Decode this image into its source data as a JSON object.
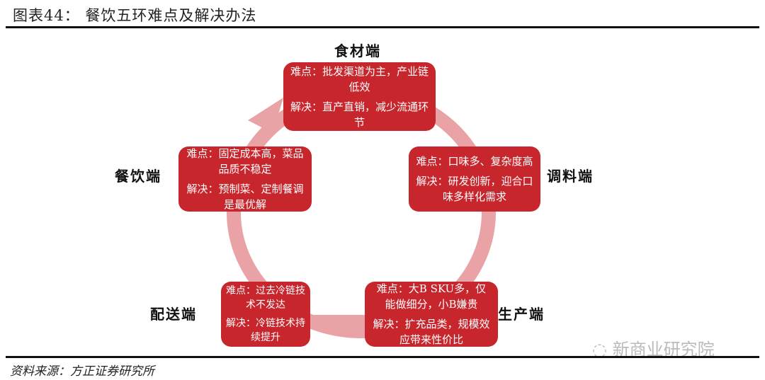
{
  "title": "图表44：  餐饮五环难点及解决办法",
  "colors": {
    "box": "#c8262d",
    "ring": "#e9a3a6"
  },
  "nodes": [
    {
      "name": "食材端",
      "difficulty": "难点：批发渠道为主，产业链低效",
      "solution": "解决：直产直销，减少流通环节"
    },
    {
      "name": "调料端",
      "difficulty": "难点：口味多、复杂度高",
      "solution": "解决：研发创新，迎合口味多样化需求"
    },
    {
      "name": "生产端",
      "difficulty": "难点：大B SKU多，仅能做细分，小B嫌贵",
      "solution": "解决：扩充品类，规模效应带来性价比"
    },
    {
      "name": "配送端",
      "difficulty": "难点：过去冷链技术不发达",
      "solution": "解决：冷链技术持续提升"
    },
    {
      "name": "餐饮端",
      "difficulty": "难点：固定成本高，菜品品质不稳定",
      "solution": "解决：预制菜、定制餐调是最优解"
    }
  ],
  "source": "资料来源：方正证券研究所",
  "watermark": "新商业研究院"
}
